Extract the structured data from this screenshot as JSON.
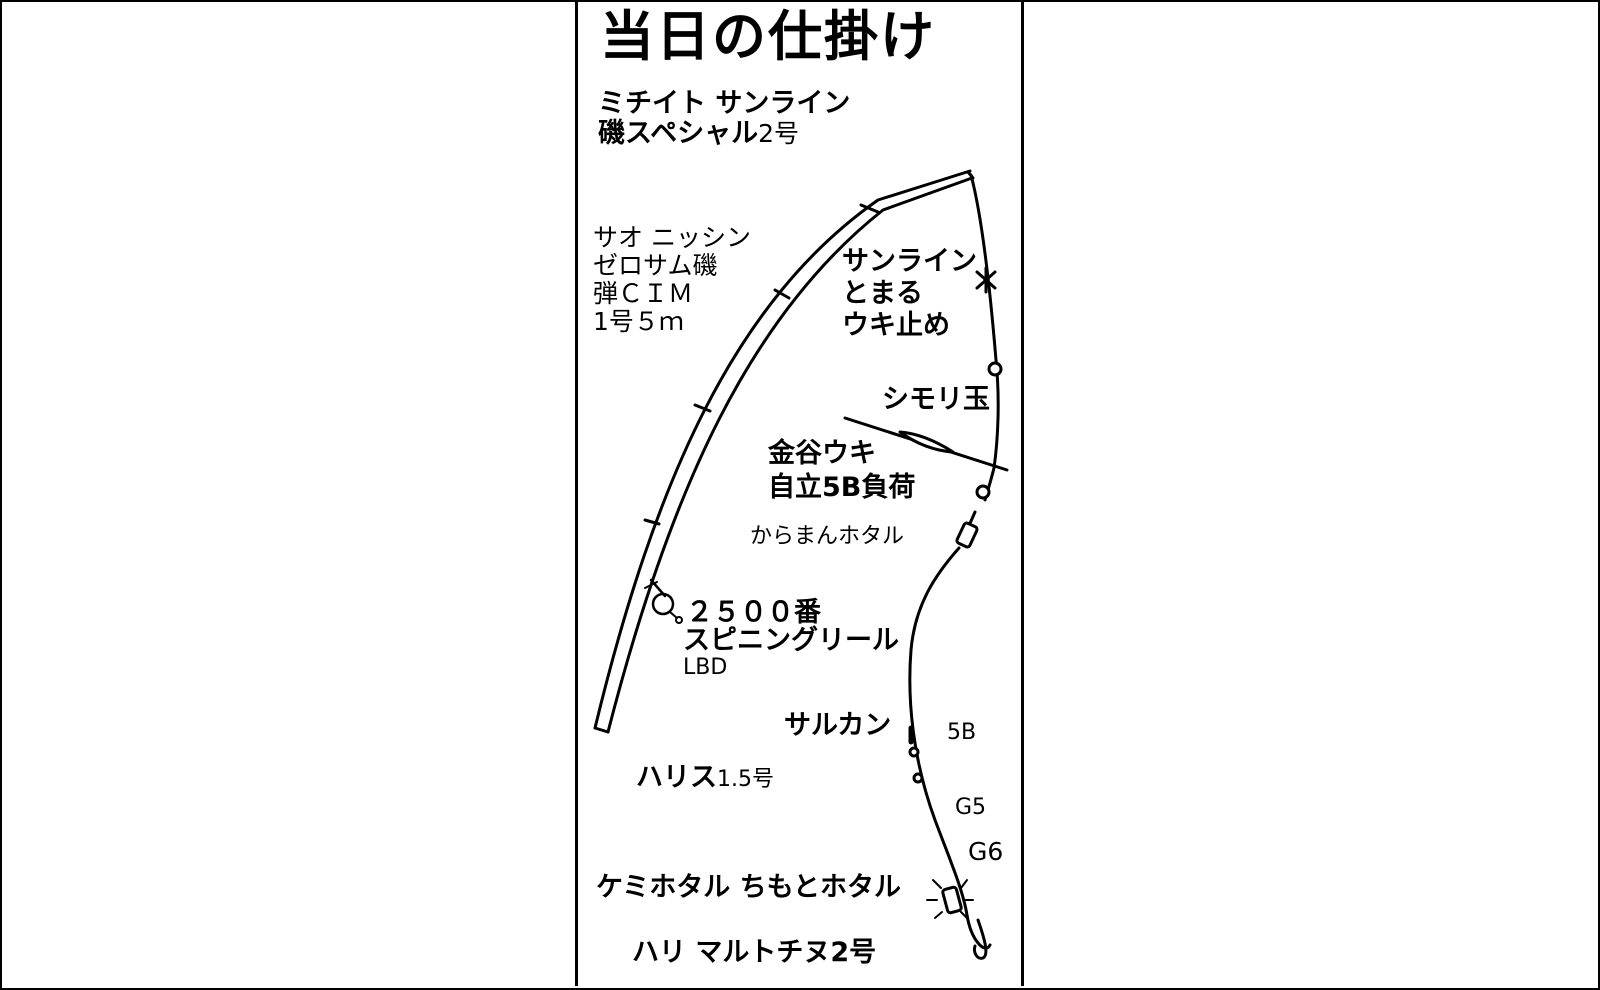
{
  "title": "当日の仕掛け",
  "labels": {
    "michiito_1": "ミチイト サンライン",
    "michiito_2": "磯スペシャル",
    "michiito_size": "2号",
    "rod_1": "サオ ニッシン",
    "rod_2": "ゼロサム磯",
    "rod_3": "弾ＣＩＭ",
    "rod_4": "1号５ｍ",
    "ukidome_1": "サンライン",
    "ukidome_2": "とまる",
    "ukidome_3": "ウキ止め",
    "shimori": "シモリ玉",
    "float_1": "金谷ウキ",
    "float_2": "自立5B負荷",
    "karaman": "からまんホタル",
    "reel_1": "２５００番",
    "reel_2": "スピニングリール",
    "reel_3": "LBD",
    "sarukan": "サルカン",
    "shot_5b": "5B",
    "harisu": "ハリス",
    "harisu_size": "1.5号",
    "shot_g5": "G5",
    "shot_g6": "G6",
    "light": "ケミホタル ちもとホタル",
    "hook": "ハリ マルトチヌ2号"
  }
}
